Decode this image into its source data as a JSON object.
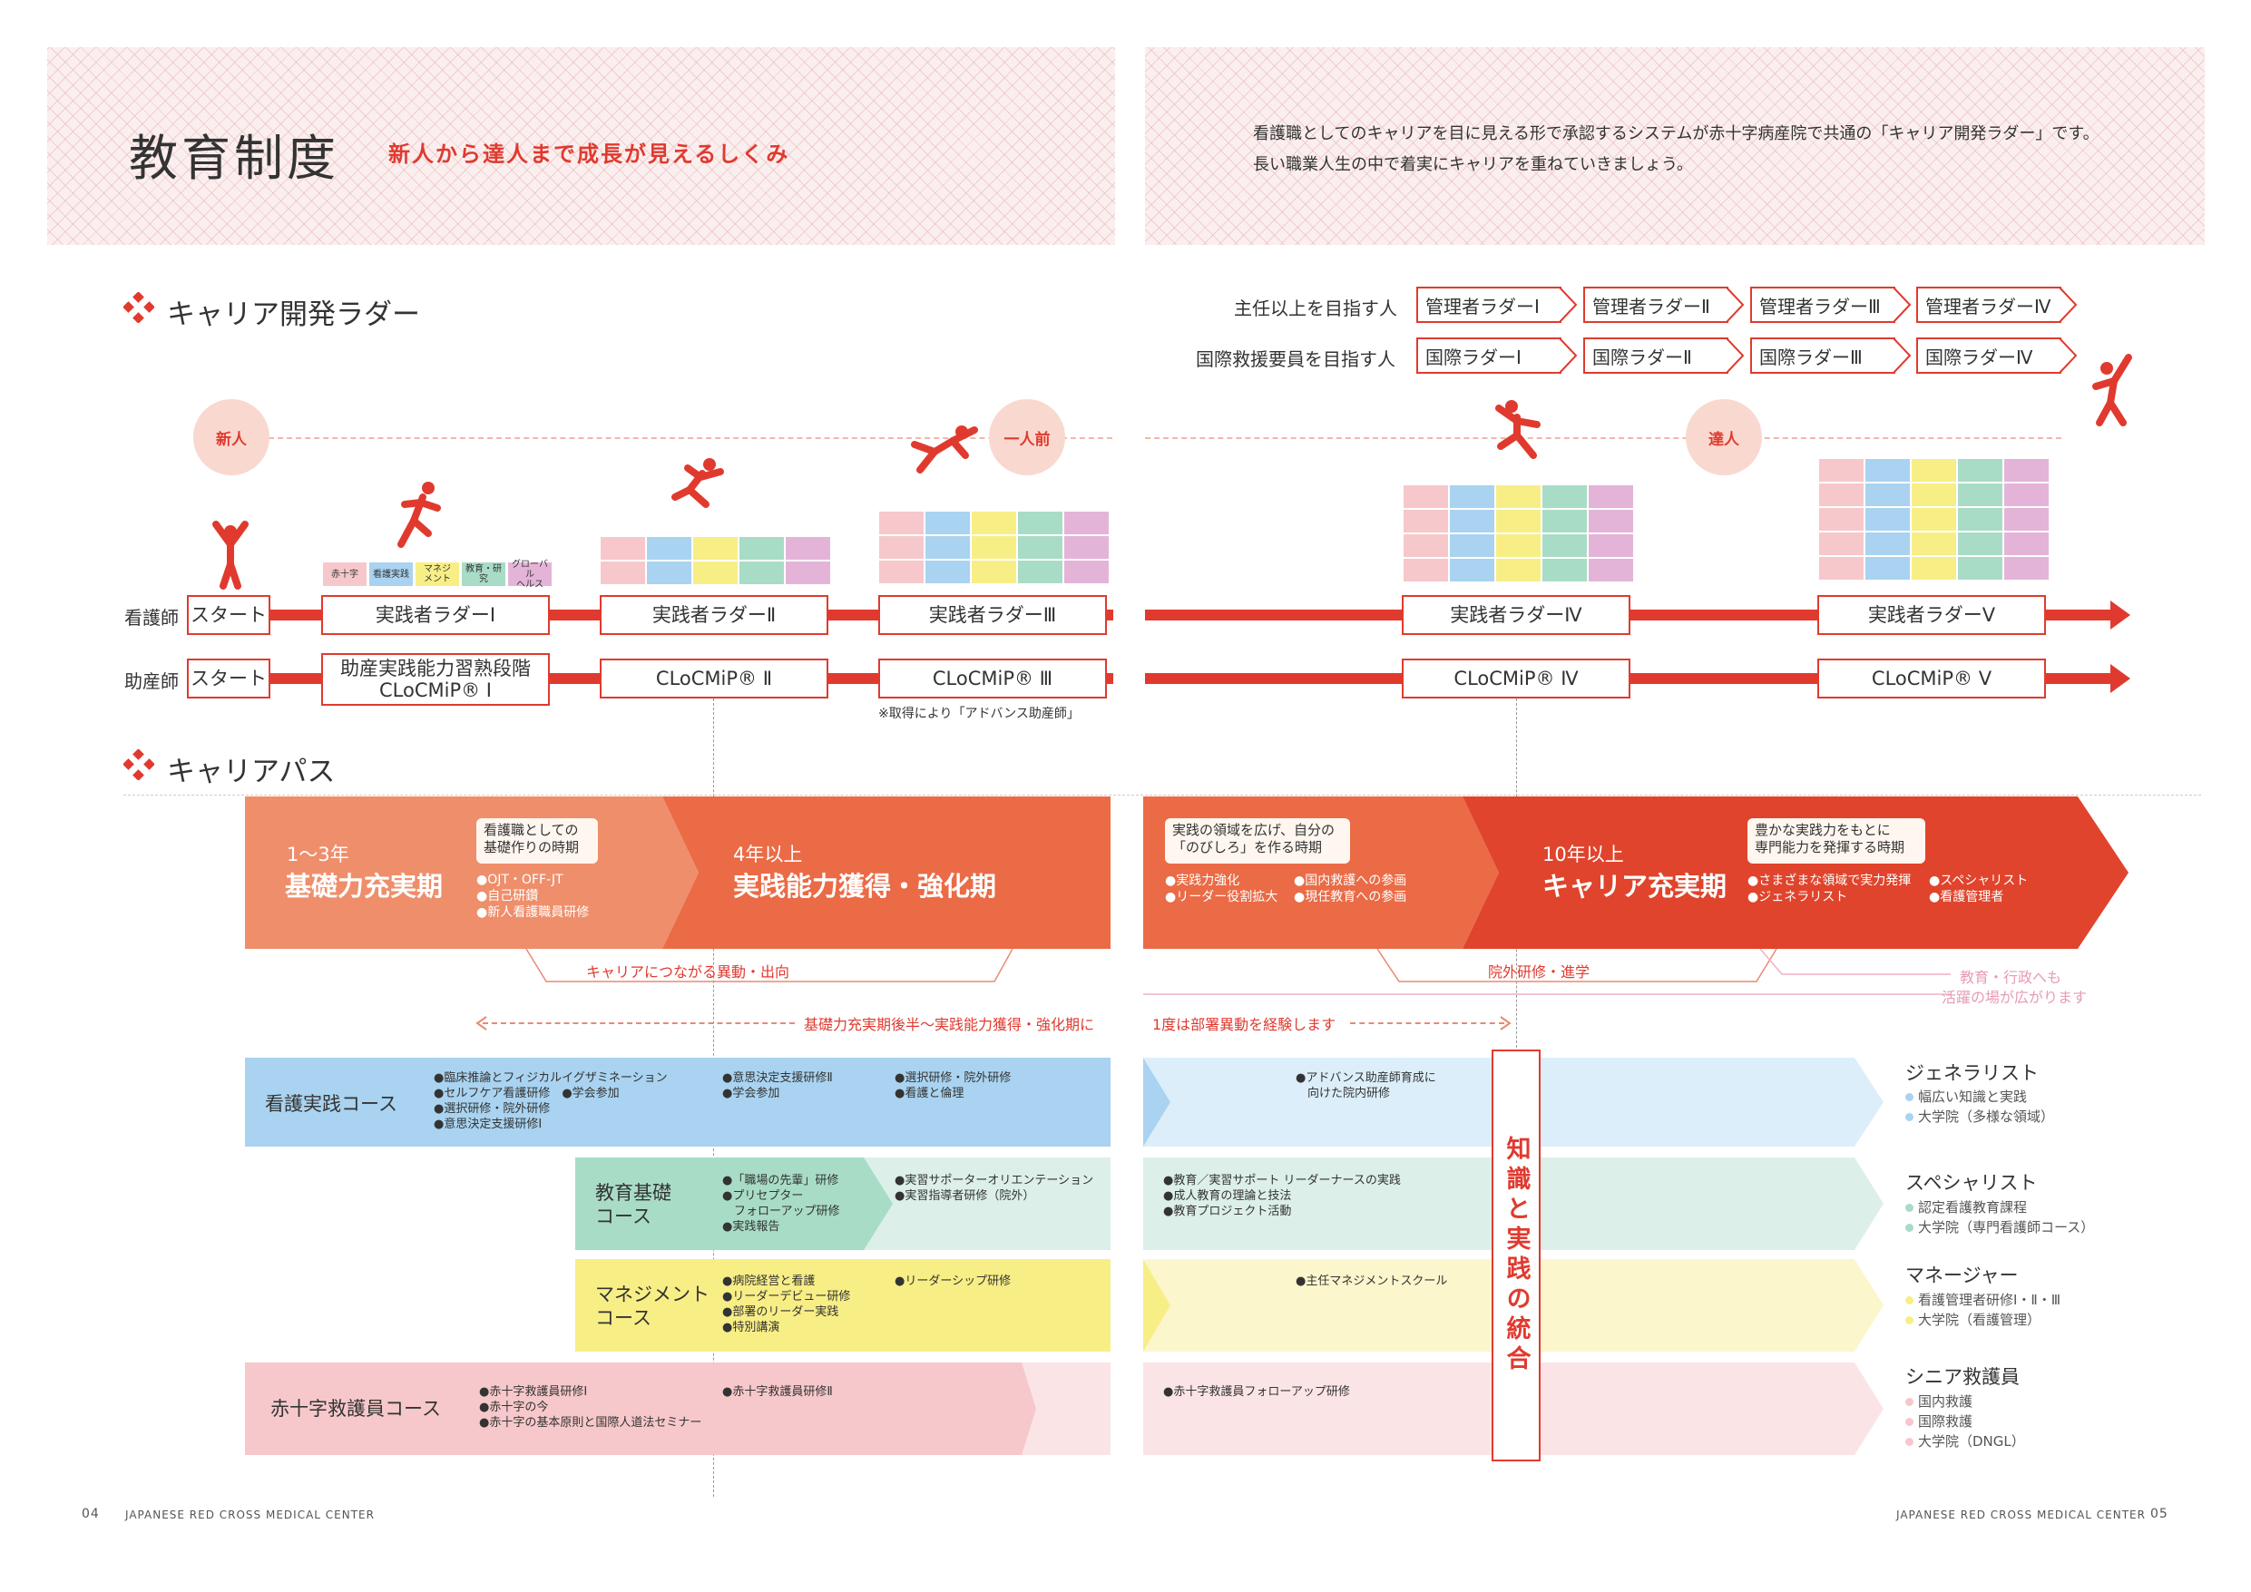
{
  "header": {
    "title": "教育制度",
    "subtitle": "新人から達人まで成長が見えるしくみ",
    "intro_line1": "看護職としてのキャリアを目に見える形で承認するシステムが赤十字病産院で共通の「キャリア開発ラダー」です。",
    "intro_line2": "長い職業人生の中で着実にキャリアを重ねていきましょう。"
  },
  "ladder_section": {
    "title": "キャリア開発ラダー",
    "manager_row_label": "主任以上を目指す人",
    "manager_ladders": [
      "管理者ラダーⅠ",
      "管理者ラダーⅡ",
      "管理者ラダーⅢ",
      "管理者ラダーⅣ"
    ],
    "intl_row_label": "国際救援要員を目指す人",
    "intl_ladders": [
      "国際ラダーⅠ",
      "国際ラダーⅡ",
      "国際ラダーⅢ",
      "国際ラダーⅣ"
    ],
    "stages": {
      "novice": "新人",
      "competent": "一人前",
      "expert": "達人"
    },
    "categories": [
      "赤十字",
      "看護実践",
      "マネジ\nメント",
      "教育・研究",
      "グローバル\nヘルス"
    ],
    "nurse_label": "看護師",
    "midwife_label": "助産師",
    "start_label": "スタート",
    "nurse_ladders": [
      "実践者ラダーⅠ",
      "実践者ラダーⅡ",
      "実践者ラダーⅢ",
      "実践者ラダーⅣ",
      "実践者ラダーⅤ"
    ],
    "midwife_ladder_1_line1": "助産実践能力習熟段階",
    "midwife_ladder_1_line2": "CLoCMiP® Ⅰ",
    "midwife_ladders": [
      "CLoCMiP® Ⅱ",
      "CLoCMiP® Ⅲ",
      "CLoCMiP® Ⅳ",
      "CLoCMiP® Ⅴ"
    ],
    "advanced_note": "※取得により「アドバンス助産師」"
  },
  "path_section": {
    "title": "キャリアパス",
    "phase1": {
      "years": "1〜3年",
      "name": "基礎力充実期",
      "note": "看護職としての\n基礎作りの時期",
      "bullets": "●OJT・OFF-JT\n●自己研鑽\n●新人看護職員研修"
    },
    "phase2": {
      "years": "4年以上",
      "name": "実践能力獲得・強化期"
    },
    "phase3": {
      "note": "実践の領域を広げ、自分の\n「のびしろ」を作る時期",
      "bullets_a": "●実践力強化\n●リーダー役割拡大",
      "bullets_b": "●国内救護への参画\n●現任教育への参画"
    },
    "phase4": {
      "years": "10年以上",
      "name": "キャリア充実期",
      "note": "豊かな実践力をもとに\n専門能力を発揮する時期",
      "bullets_a": "●さまざまな領域で実力発揮\n●ジェネラリスト",
      "bullets_b": "●スペシャリスト\n●看護管理者"
    },
    "move_label": "キャリアにつながる異動・出向",
    "training_label": "院外研修・進学",
    "admin_label_1": "教育・行政へも",
    "admin_label_2": "活躍の場が広がります",
    "rotation_label_left": "基礎力充実期後半〜実践能力獲得・強化期に",
    "rotation_label_right": "1度は部署異動を経験します"
  },
  "courses": {
    "practice": {
      "name": "看護実践コース",
      "col1": "●臨床推論とフィジカルイグザミネーション\n●セルフケア看護研修　●学会参加\n●選択研修・院外研修\n●意思決定支援研修Ⅰ",
      "col2": "●意思決定支援研修Ⅱ\n●学会参加",
      "col3": "●選択研修・院外研修\n●看護と倫理",
      "col4": "●アドバンス助産師育成に\n　向けた院内研修"
    },
    "education": {
      "name_line1": "教育基礎",
      "name_line2": "コース",
      "col1": "●「職場の先輩」研修\n●プリセプター\n　フォローアップ研修\n●実践報告",
      "col2": "●実習サポーターオリエンテーション\n●実習指導者研修（院外）",
      "col3": "●教育／実習サポート リーダーナースの実践\n●成人教育の理論と技法\n●教育プロジェクト活動"
    },
    "management": {
      "name_line1": "マネジメント",
      "name_line2": "コース",
      "col1": "●病院経営と看護\n●リーダーデビュー研修\n●部署のリーダー実践\n●特別講演",
      "col2": "●リーダーシップ研修",
      "col3": "●主任マネジメントスクール"
    },
    "relief": {
      "name": "赤十字救護員コース",
      "col1": "●赤十字救護員研修Ⅰ\n●赤十字の今\n●赤十字の基本原則と国際人道法セミナー",
      "col2": "●赤十字救護員研修Ⅱ",
      "col3": "●赤十字救護員フォローアップ研修"
    },
    "integration": "知識と実践の統合"
  },
  "careers": [
    {
      "title": "ジェネラリスト",
      "items": [
        "幅広い知識と実践",
        "大学院（多様な領域）"
      ],
      "color": "#a9d3f0"
    },
    {
      "title": "スペシャリスト",
      "items": [
        "認定看護教育課程",
        "大学院（専門看護師コース）"
      ],
      "color": "#a8dcc6"
    },
    {
      "title": "マネージャー",
      "items": [
        "看護管理者研修Ⅰ・Ⅱ・Ⅲ",
        "大学院（看護管理）"
      ],
      "color": "#f8ee86"
    },
    {
      "title": "シニア救護員",
      "items": [
        "国内救護",
        "国際救護",
        "大学院（DNGL）"
      ],
      "color": "#f6c8cb"
    }
  ],
  "footer": {
    "left_page": "04",
    "right_page": "05",
    "org": "JAPANESE RED CROSS MEDICAL CENTER"
  },
  "colors": {
    "accent": "#e03a2f",
    "phase1": "#ef8e6b",
    "phase2": "#ea6b46",
    "phase4": "#e0442c"
  }
}
